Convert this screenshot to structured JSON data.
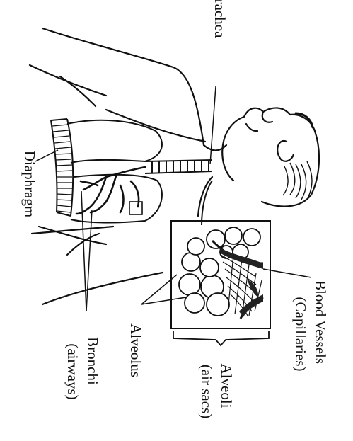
{
  "labels": {
    "trachea": "Trachea",
    "diaphragm": "Diaphragm",
    "bronchi": "Bronchi",
    "bronchi_sub": "(airways)",
    "alveolus": "Alveolus",
    "alveoli": "Alveoli",
    "alveoli_sub": "(air sacs)",
    "blood_vessels": "Blood Vessels",
    "blood_vessels_sub": "(Capillaries)"
  },
  "colors": {
    "ink": "#111111",
    "paper": "#ffffff"
  }
}
